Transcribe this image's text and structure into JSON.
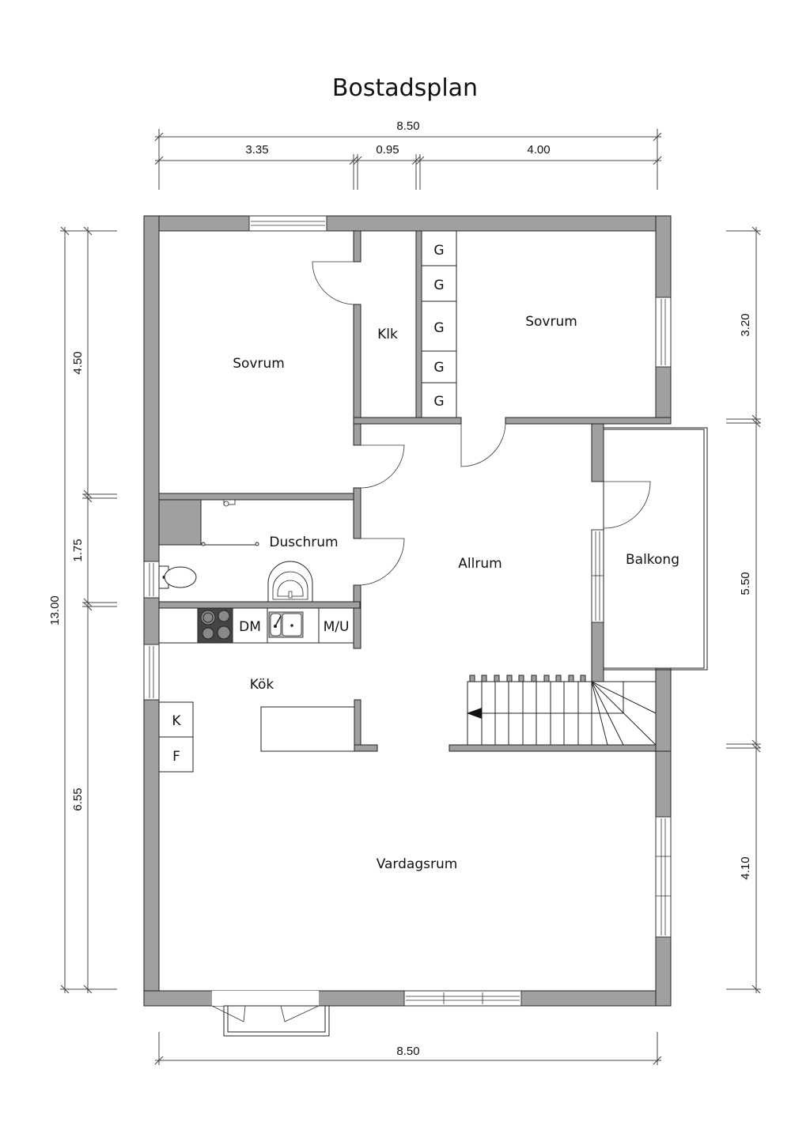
{
  "title": "Bostadsplan",
  "dimensions": {
    "top_total": "8.50",
    "top_segments": [
      "3.35",
      "0.95",
      "4.00"
    ],
    "bottom_total": "8.50",
    "left_total": "13.00",
    "left_segments": [
      "4.50",
      "1.75",
      "6.55"
    ],
    "right_segments": [
      "3.20",
      "5.50",
      "4.10"
    ]
  },
  "rooms": {
    "sovrum_west": "Sovrum",
    "klk": "Klk",
    "sovrum_east": "Sovrum",
    "duschrum": "Duschrum",
    "allrum": "Allrum",
    "balkong": "Balkong",
    "kok": "Kök",
    "vardagsrum": "Vardagsrum"
  },
  "wardrobes": [
    "G",
    "G",
    "G",
    "G",
    "G"
  ],
  "kitchen": {
    "dishwasher": "DM",
    "washer_dryer": "M/U",
    "fridge": "K",
    "freezer": "F"
  },
  "colors": {
    "wall": "#a0a0a0",
    "stove": "#444444",
    "line": "#222222"
  }
}
